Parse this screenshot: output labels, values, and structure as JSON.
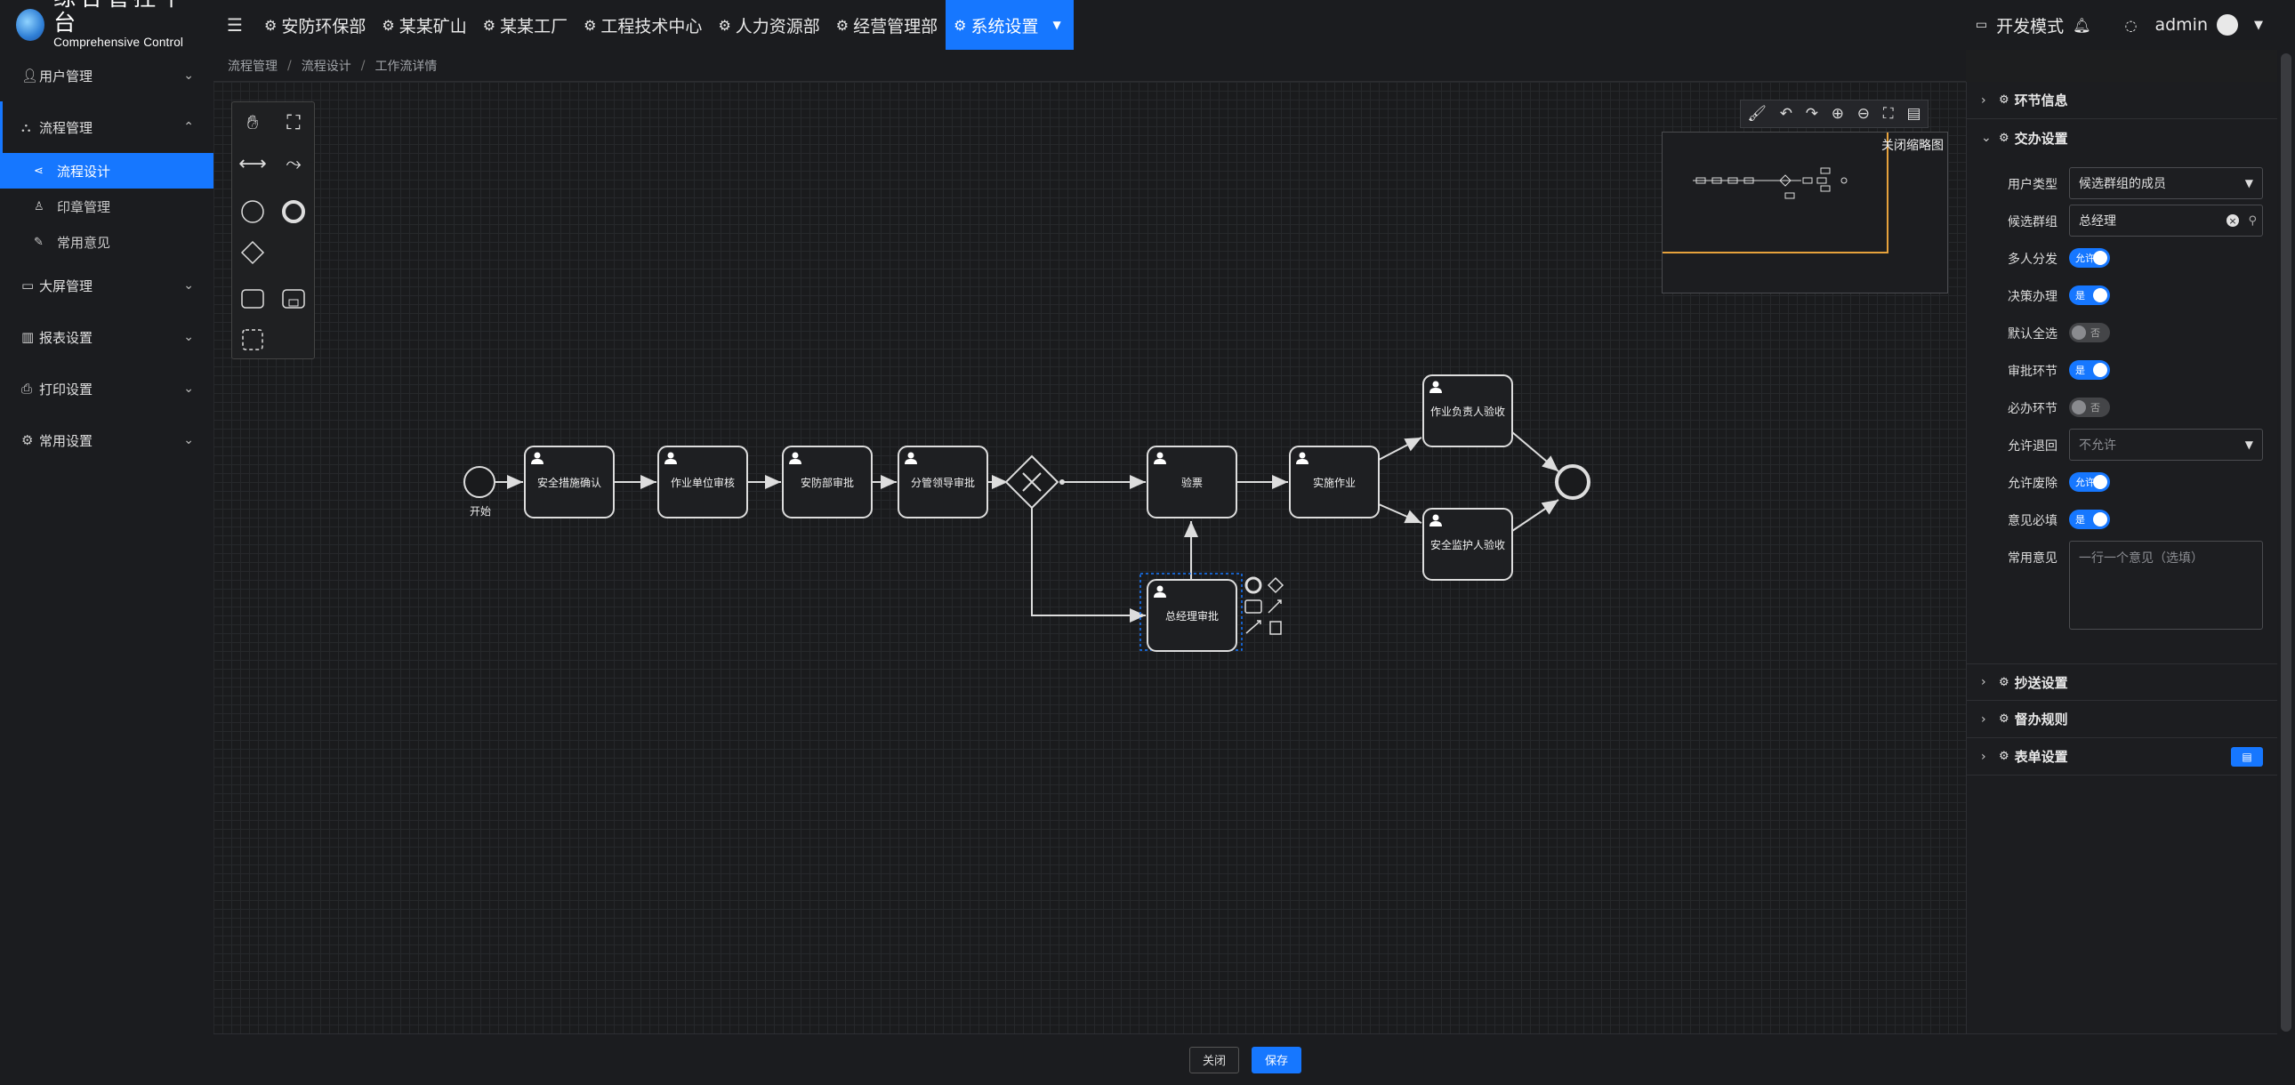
{
  "app": {
    "title": "综合管控平台",
    "subtitle": "Comprehensive Control Platform"
  },
  "topnav": {
    "items": [
      {
        "label": "安防环保部",
        "icon": "gear-icon"
      },
      {
        "label": "某某矿山",
        "icon": "gear-icon"
      },
      {
        "label": "某某工厂",
        "icon": "gear-icon"
      },
      {
        "label": "工程技术中心",
        "icon": "gear-icon"
      },
      {
        "label": "人力资源部",
        "icon": "gear-icon"
      },
      {
        "label": "经营管理部",
        "icon": "gear-icon"
      },
      {
        "label": "系统设置",
        "icon": "gear-icon",
        "active": true
      }
    ],
    "dev_mode": "开发模式",
    "user": "admin"
  },
  "sidebar": {
    "items": [
      {
        "label": "用户管理",
        "icon": "user-icon"
      },
      {
        "label": "流程管理",
        "icon": "flow-icon",
        "open": true
      },
      {
        "label": "大屏管理",
        "icon": "screen-icon"
      },
      {
        "label": "报表设置",
        "icon": "chart-icon"
      },
      {
        "label": "打印设置",
        "icon": "printer-icon"
      },
      {
        "label": "常用设置",
        "icon": "settings-icon"
      }
    ],
    "subitems": [
      {
        "label": "流程设计",
        "active": true
      },
      {
        "label": "印章管理"
      },
      {
        "label": "常用意见"
      }
    ]
  },
  "breadcrumb": [
    "流程管理",
    "流程设计",
    "工作流详情"
  ],
  "minimap": {
    "close_label": "关闭缩略图"
  },
  "diagram": {
    "start_label": "开始",
    "tasks": [
      "安全措施确认",
      "作业单位审核",
      "安防部审批",
      "分管领导审批",
      "验票",
      "实施作业",
      "作业负责人验收",
      "安全监护人验收",
      "总经理审批"
    ]
  },
  "panel": {
    "sections": {
      "node_info": "环节信息",
      "handling": "交办设置",
      "cc": "抄送设置",
      "supervise": "督办规则",
      "form": "表单设置"
    },
    "fields": {
      "user_type": {
        "label": "用户类型",
        "value": "候选群组的成员"
      },
      "candidate_group": {
        "label": "候选群组",
        "value": "总经理"
      },
      "multi_dispatch": {
        "label": "多人分发",
        "text": "允许",
        "on": true
      },
      "decision": {
        "label": "决策办理",
        "text": "是",
        "on": true
      },
      "default_all": {
        "label": "默认全选",
        "text": "否",
        "on": false
      },
      "approval_node": {
        "label": "审批环节",
        "text": "是",
        "on": true
      },
      "required_node": {
        "label": "必办环节",
        "text": "否",
        "on": false
      },
      "allow_return": {
        "label": "允许退回",
        "value": "不允许"
      },
      "allow_abolish": {
        "label": "允许废除",
        "text": "允许",
        "on": true
      },
      "opinion_required": {
        "label": "意见必填",
        "text": "是",
        "on": true
      },
      "common_opinion": {
        "label": "常用意见",
        "placeholder": "一行一个意见（选填）"
      }
    }
  },
  "footer": {
    "close": "关闭",
    "save": "保存"
  }
}
